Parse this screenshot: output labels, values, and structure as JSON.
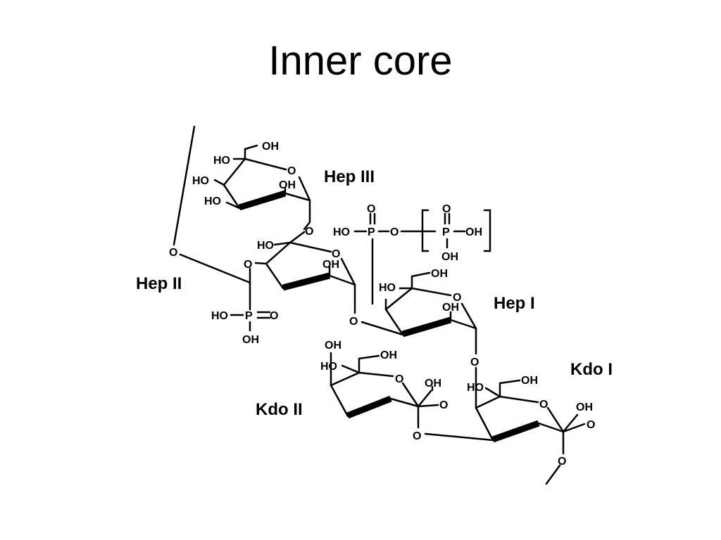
{
  "title": "Inner core",
  "units": {
    "hep3": "Hep III",
    "hep2": "Hep II",
    "hep1": "Hep I",
    "kdo1": "Kdo I",
    "kdo2": "Kdo II"
  },
  "atoms": {
    "oh": "OH",
    "ho": "HO",
    "o": "O",
    "p": "P"
  }
}
